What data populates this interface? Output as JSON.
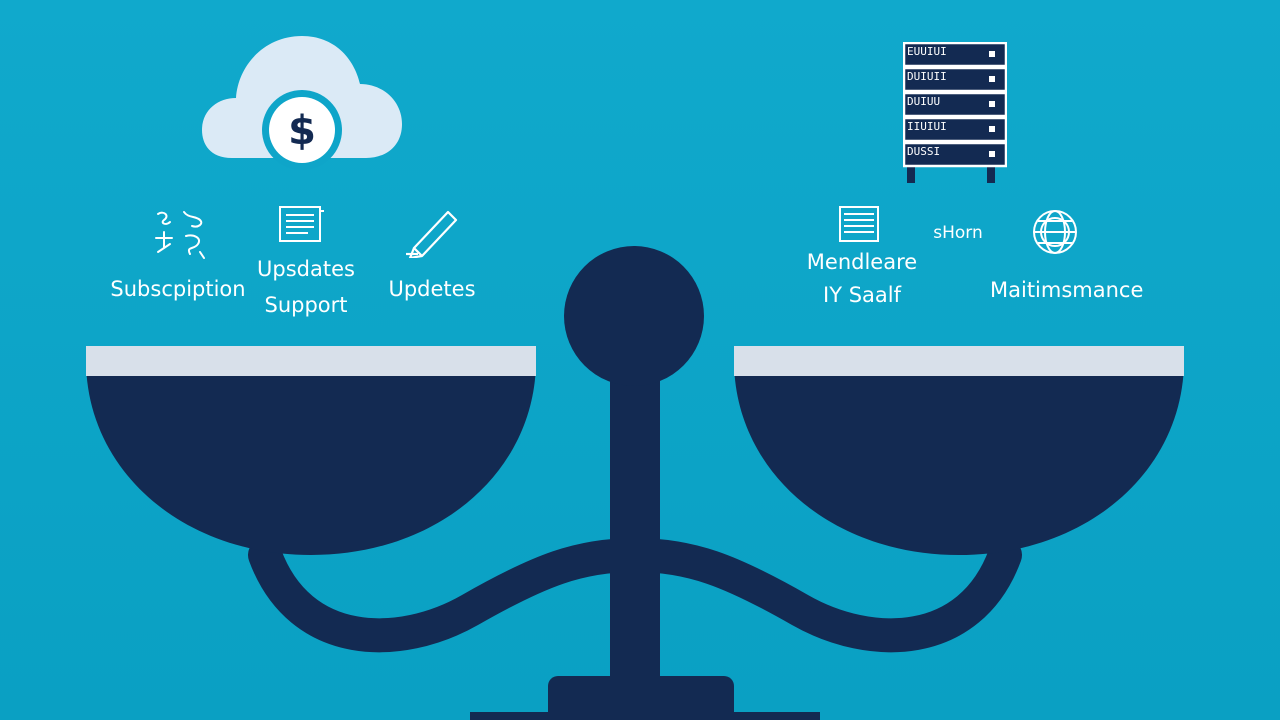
{
  "colors": {
    "background": "#0ea5c9",
    "navy": "#132a52",
    "pan_rim": "#d8e0ea",
    "cloud": "#dbeaf6",
    "white": "#ffffff"
  },
  "icons": {
    "cloud": "cloud-dollar-icon",
    "server": "server-rack-icon",
    "left_group": [
      "person-icon",
      "document-icon",
      "pencil-icon"
    ],
    "right_group": [
      "list-icon",
      "globe-icon"
    ]
  },
  "left": {
    "currency_symbol": "$",
    "labels": {
      "subscription": "Subscpiption",
      "updates_line1": "Upsdates",
      "updates_line2": "Support",
      "updates": "Updetes"
    }
  },
  "right": {
    "rack_labels": [
      "EUUIUI",
      "DUIUII",
      "DUIUU",
      "IIUIUI",
      "DUSSI"
    ],
    "labels": {
      "extra": "sHorn",
      "hardware_line1": "Mendleare",
      "hardware_line2": "IY Saalf",
      "maintenance": "Maitimsmance"
    }
  }
}
